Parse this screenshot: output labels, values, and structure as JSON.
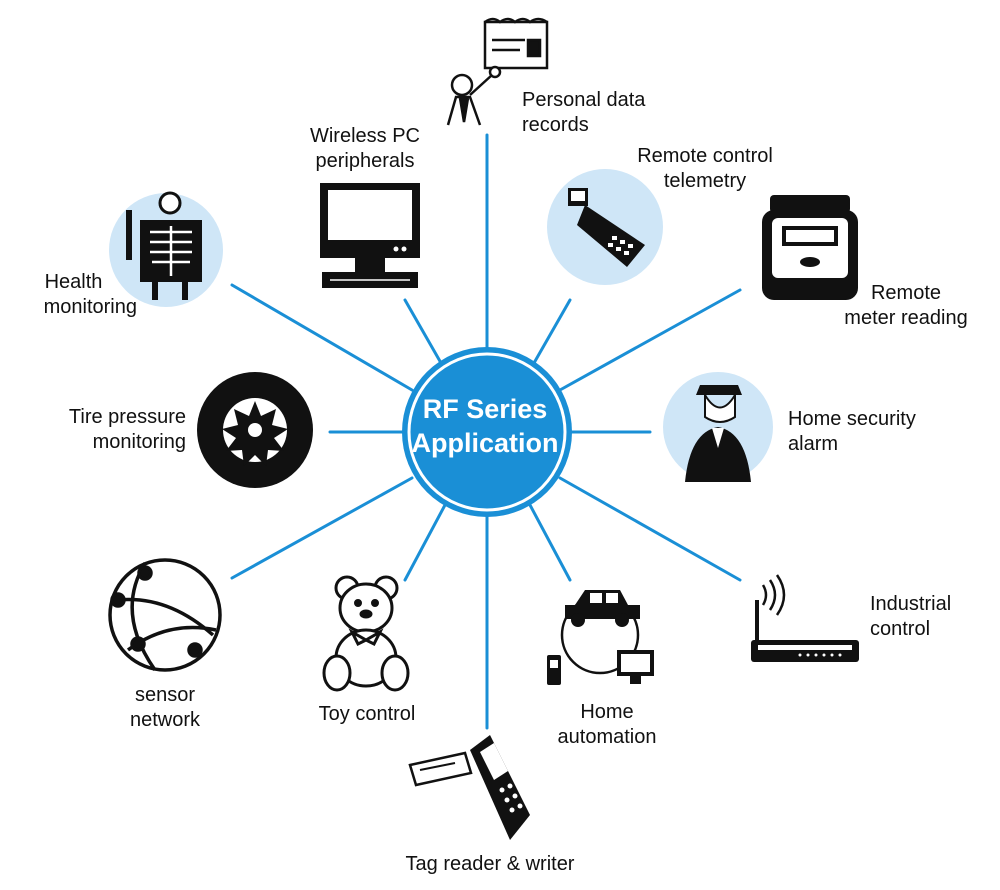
{
  "hub": {
    "line1": "RF Series",
    "line2": "Application",
    "color": "#1a8fd6",
    "spoke_color": "#1a8fd6",
    "icon_bg": "#cfe6f7"
  },
  "applications": [
    {
      "id": "personal-data-records",
      "lines": [
        "Personal data",
        "records"
      ],
      "icon": "presentation-board-icon"
    },
    {
      "id": "remote-control-telemetry",
      "lines": [
        "Remote control",
        "telemetry"
      ],
      "icon": "remote-control-icon"
    },
    {
      "id": "remote-meter-reading",
      "lines": [
        "Remote",
        "meter reading"
      ],
      "icon": "meter-icon"
    },
    {
      "id": "home-security-alarm",
      "lines": [
        "Home security",
        "alarm"
      ],
      "icon": "security-guard-icon"
    },
    {
      "id": "industrial-control",
      "lines": [
        "Industrial",
        "control"
      ],
      "icon": "router-icon"
    },
    {
      "id": "home-automation",
      "lines": [
        "Home",
        "automation"
      ],
      "icon": "home-automation-icon"
    },
    {
      "id": "tag-reader-writer",
      "lines": [
        "Tag reader & writer"
      ],
      "icon": "handheld-reader-icon"
    },
    {
      "id": "toy-control",
      "lines": [
        "Toy control"
      ],
      "icon": "teddy-bear-icon"
    },
    {
      "id": "sensor-network",
      "lines": [
        "sensor",
        "network"
      ],
      "icon": "globe-network-icon"
    },
    {
      "id": "tire-pressure-monitoring",
      "lines": [
        "Tire pressure",
        "monitoring"
      ],
      "icon": "tire-icon"
    },
    {
      "id": "health-monitoring",
      "lines": [
        "Health",
        "monitoring"
      ],
      "icon": "xray-icon"
    },
    {
      "id": "wireless-pc-peripherals",
      "lines": [
        "Wireless PC",
        "peripherals"
      ],
      "icon": "monitor-icon"
    }
  ]
}
